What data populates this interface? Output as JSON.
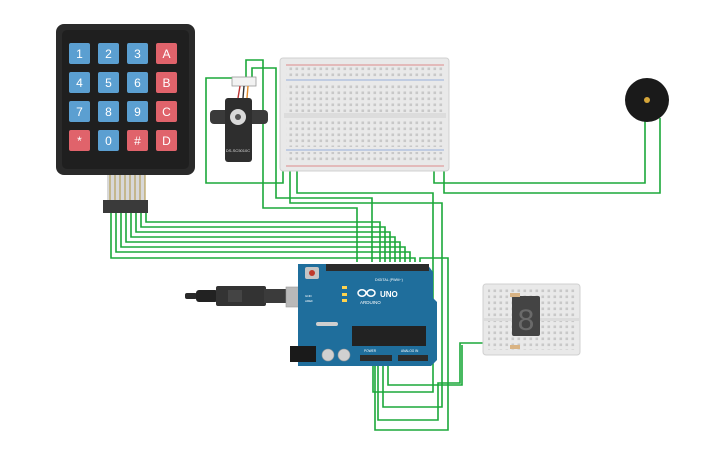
{
  "keypad": {
    "rows": [
      [
        "1",
        "2",
        "3",
        "A"
      ],
      [
        "4",
        "5",
        "6",
        "B"
      ],
      [
        "7",
        "8",
        "9",
        "C"
      ],
      [
        "*",
        "0",
        "#",
        "D"
      ]
    ],
    "colors": {
      "digit": "#5b9fd1",
      "letter": "#e0636b",
      "body": "#2a2a2a"
    }
  },
  "servo": {
    "label": "DS-SC5010C"
  },
  "arduino": {
    "brand": "ARDUINO",
    "model": "UNO",
    "digital_label": "DIGITAL (PWM~)",
    "power_label": "POWER",
    "analog_label": "ANALOG IN",
    "aref_label": "AREF",
    "gnd_label": "GND",
    "color": "#1f6e9c"
  },
  "seven_segment": {
    "digit": "8",
    "color": "#444444"
  },
  "wire_color": "#1ca83a",
  "buzzer": {
    "color": "#1a1a1a",
    "dot": "#d6a63a"
  }
}
